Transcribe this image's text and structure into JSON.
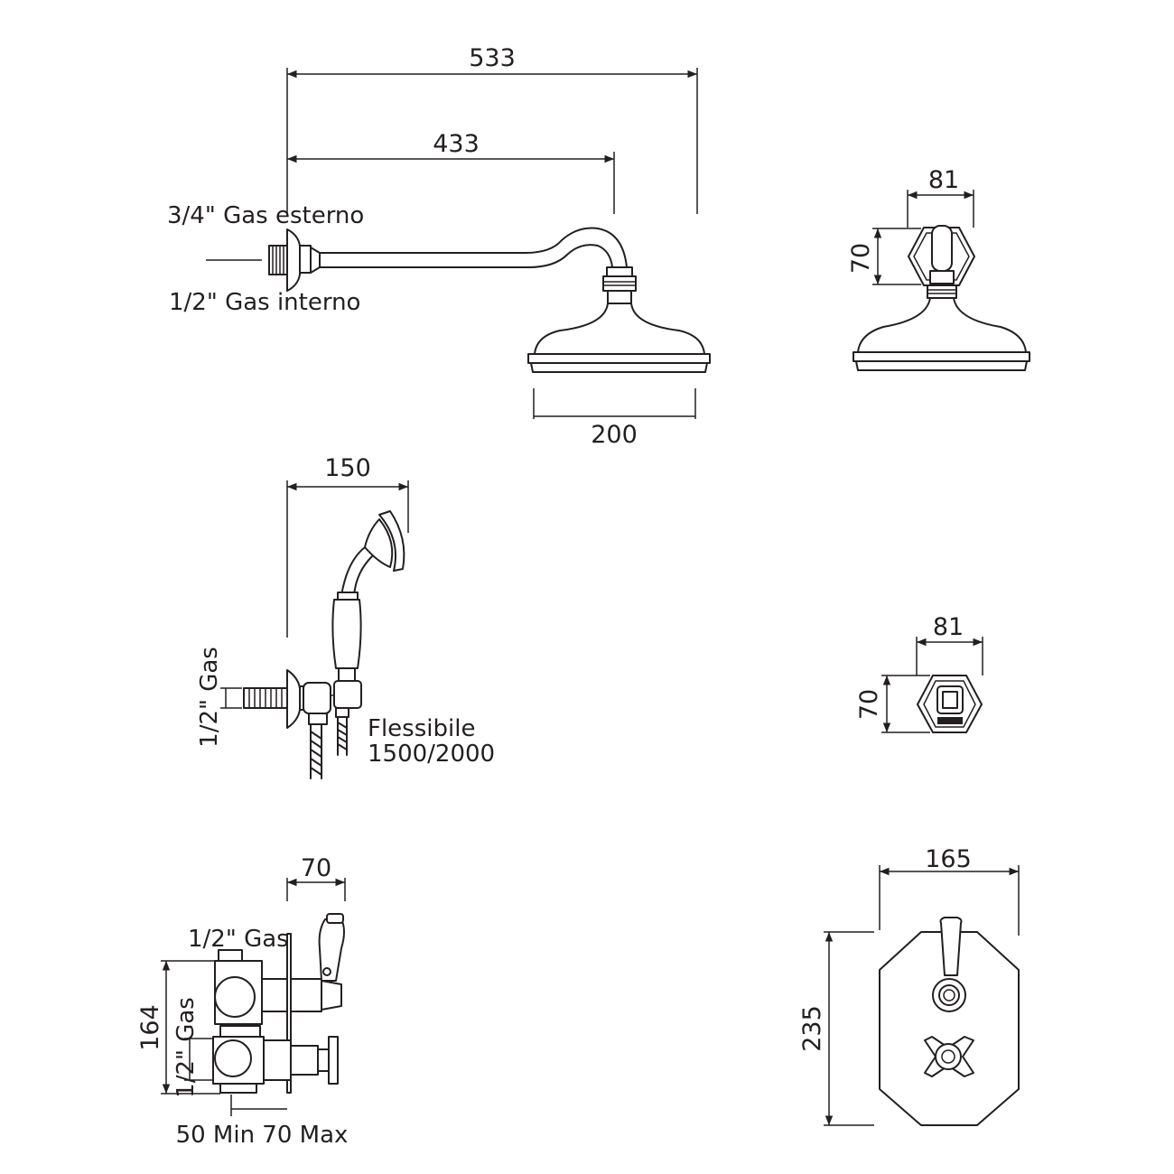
{
  "drawing": {
    "head_shower_side": {
      "dim_overall": "533",
      "dim_arm": "433",
      "dim_rose": "200",
      "label_external": "3/4\" Gas esterno",
      "label_internal": "1/2\" Gas  interno"
    },
    "head_shower_front": {
      "dim_width": "81",
      "dim_height": "70"
    },
    "hand_shower_side": {
      "dim_width": "150",
      "label_gas": "1/2\" Gas",
      "label_hose_1": "Flessibile",
      "label_hose_2": "1500/2000"
    },
    "wall_outlet_front": {
      "dim_width": "81",
      "dim_height": "70"
    },
    "valve_side": {
      "dim_depth": "70",
      "label_gas_top": "1/2\" Gas",
      "dim_height": "164",
      "label_gas_side": "1/2\" Gas",
      "label_depth": "50 Min 70 Max"
    },
    "valve_front": {
      "dim_width": "165",
      "dim_height": "235"
    }
  },
  "colors": {
    "line": "#231f20",
    "background": "#ffffff"
  }
}
